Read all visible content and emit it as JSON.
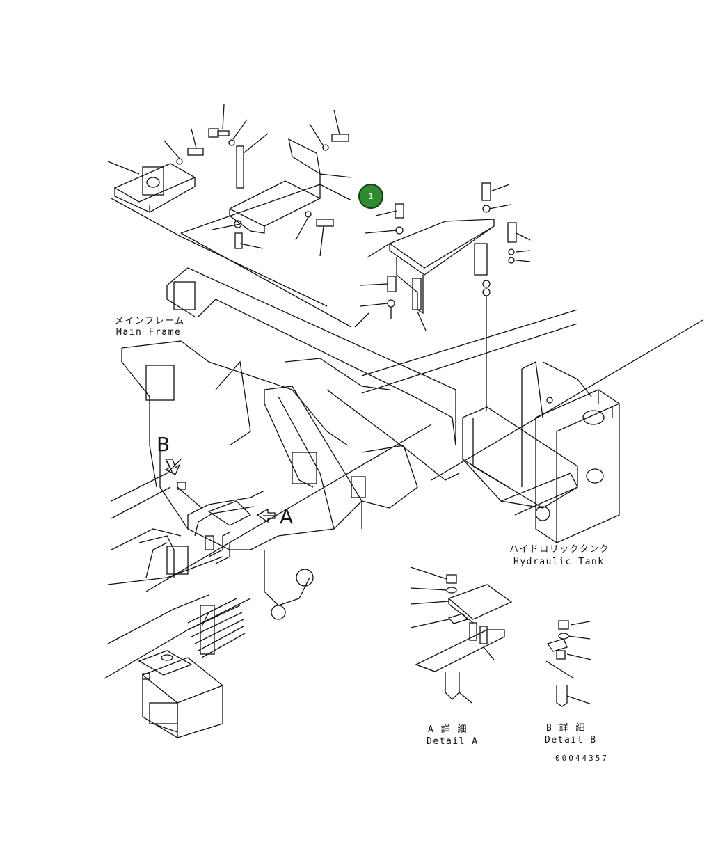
{
  "callout": {
    "number": "1"
  },
  "labels": {
    "main_frame_jp": "メインフレーム",
    "main_frame_en": "Main Frame",
    "hydraulic_tank_jp": "ハイドロリックタンク",
    "hydraulic_tank_en": "Hydraulic Tank",
    "view_b": "B",
    "view_a": "A",
    "detail_a_jp": "A 詳 細",
    "detail_a_en": "Detail A",
    "detail_b_jp": "B 詳 細",
    "detail_b_en": "Detail B",
    "drawing_number": "00044357"
  },
  "colors": {
    "callout_fill": "#2e8b2e",
    "line": "#111111",
    "background": "#ffffff"
  }
}
